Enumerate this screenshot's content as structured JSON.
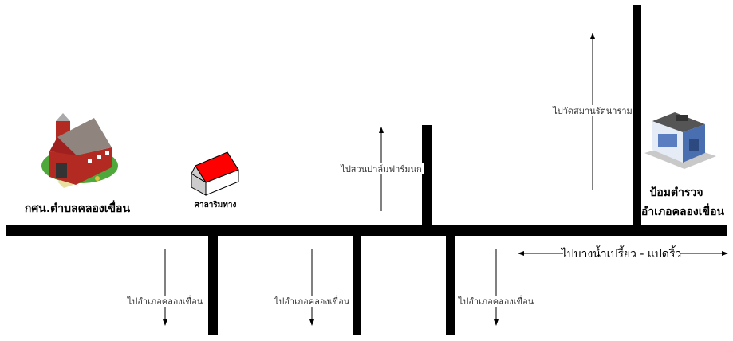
{
  "places": {
    "learning_center": "กศน.ตำบลคลองเขื่อน",
    "pavilion": "ศาลาริมทาง",
    "police_line1": "ป้อมตำรวจ",
    "police_line2": "อำเภอคลองเขื่อน"
  },
  "directions": {
    "temple": "ไปวัดสมานรัตนาราม",
    "palm_farm": "ไปสวนปาล์มฟาร์มนก",
    "district_1": "ไปอำเภอคลองเขื่อน",
    "district_2": "ไปอำเภอคลองเขื่อน",
    "district_3": "ไปอำเภอคลองเขื่อน",
    "bang_nam_priao": "ไปบางน้ำเปรี้ยว - แปดริ้ว"
  },
  "colors": {
    "road": "#000000",
    "roof_red": "#ff0000",
    "barn_red": "#b22a22",
    "grass": "#4fa83a"
  }
}
